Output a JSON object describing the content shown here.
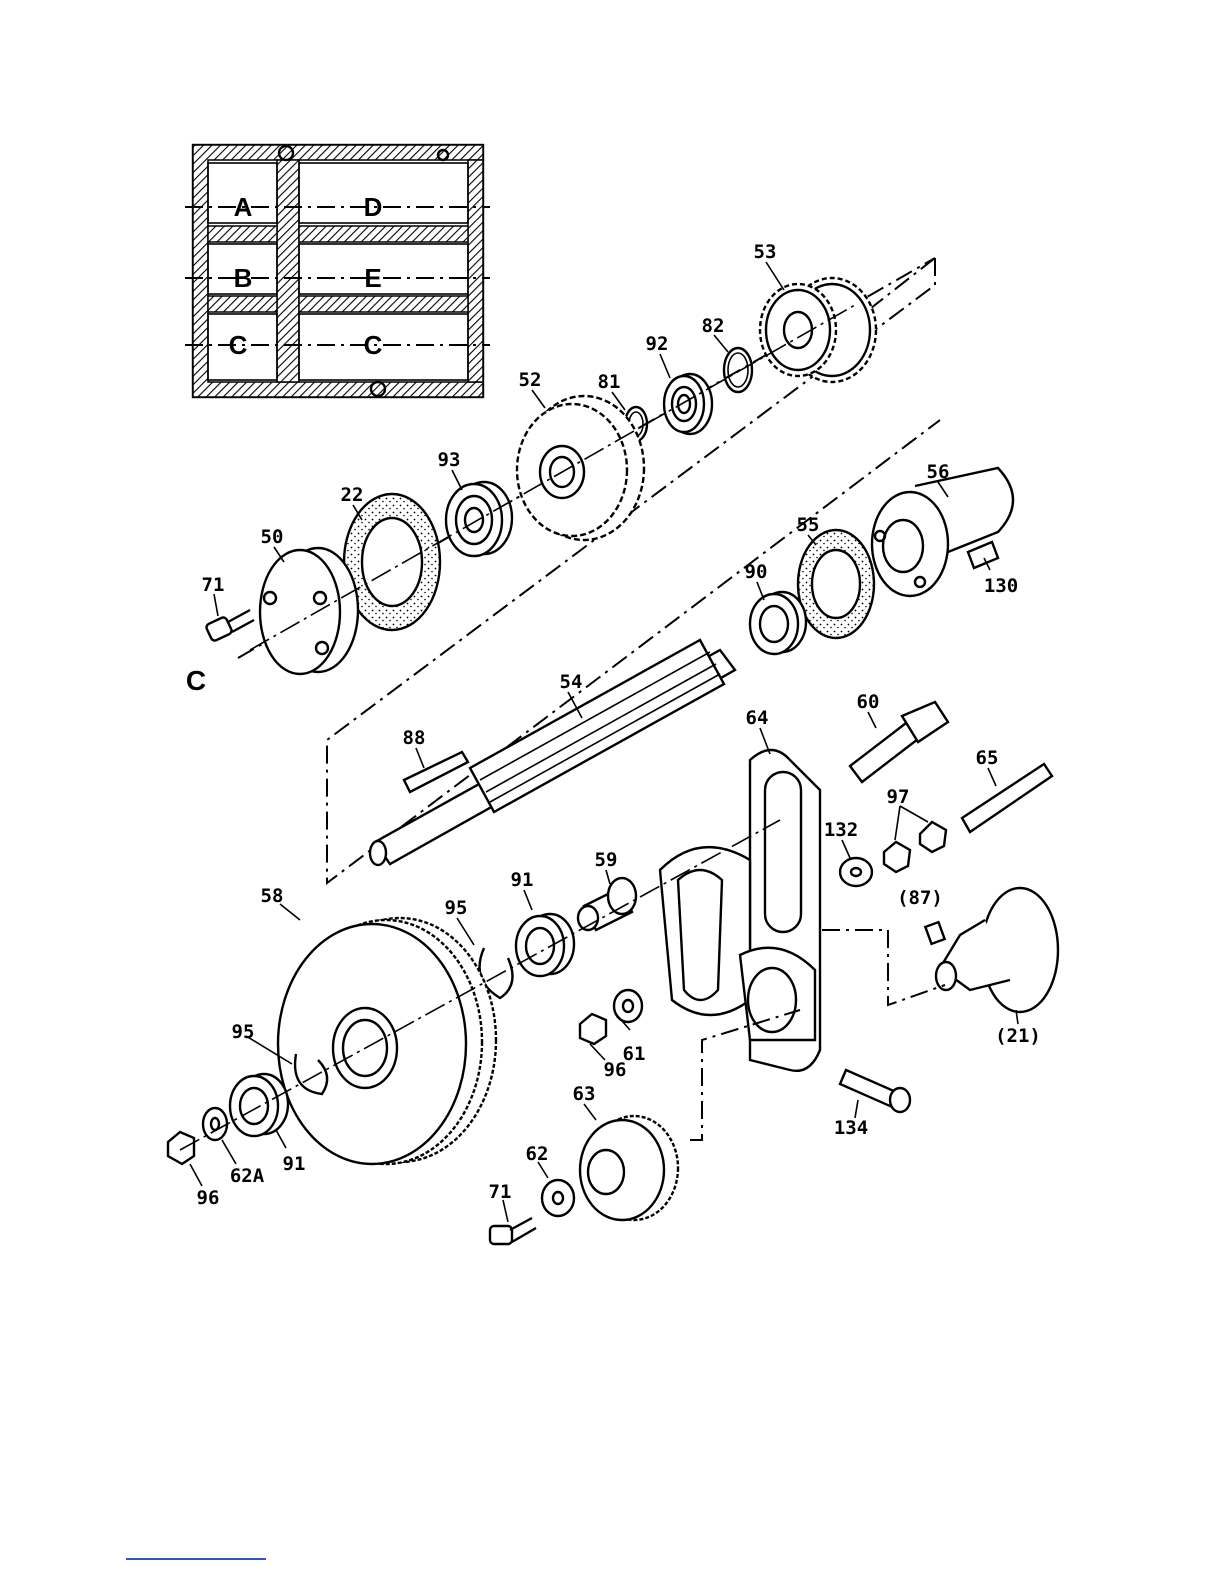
{
  "section_diagram": {
    "labels": [
      "A",
      "D",
      "B",
      "E",
      "C",
      "C"
    ]
  },
  "view_label": "C",
  "callouts": {
    "p53": "53",
    "p82": "82",
    "p92": "92",
    "p81": "81",
    "p52": "52",
    "p93": "93",
    "p22": "22",
    "p50": "50",
    "p71a": "71",
    "p56": "56",
    "p55": "55",
    "p90": "90",
    "p130": "130",
    "p54": "54",
    "p88": "88",
    "p64": "64",
    "p60": "60",
    "p65": "65",
    "p97": "97",
    "p132": "132",
    "p59": "59",
    "p91a": "91",
    "p95a": "95",
    "p58": "58",
    "p87": "(87)",
    "p21": "(21)",
    "p61": "61",
    "p96a": "96",
    "p95b": "95",
    "p134": "134",
    "p63": "63",
    "p62": "62",
    "p71b": "71",
    "p96b": "96",
    "p62a": "62A",
    "p91b": "91"
  }
}
